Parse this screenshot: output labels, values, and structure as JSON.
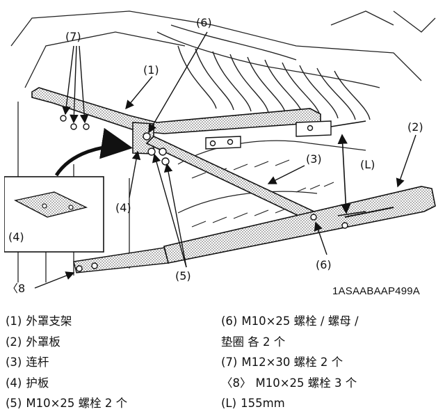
{
  "figure": {
    "code": "1ASAABAAP499A",
    "callouts": {
      "c7": "(7)",
      "c6_top": "(6)",
      "c1": "(1)",
      "c2": "(2)",
      "c3": "(3)",
      "cL": "(L)",
      "c4_inset": "(4)",
      "c4": "(4)",
      "c5": "(5)",
      "c6_bottom": "(6)",
      "c8": "〈8"
    }
  },
  "legend": {
    "left": [
      {
        "num": "(1)",
        "text": "外罩支架"
      },
      {
        "num": "(2)",
        "text": "外罩板"
      },
      {
        "num": "(3)",
        "text": "连杆"
      },
      {
        "num": "(4)",
        "text": "护板"
      },
      {
        "num": "(5)",
        "text": "M10×25 螺栓  2 个"
      }
    ],
    "right": [
      {
        "num": "(6)",
        "text": "M10×25 螺栓 / 螺母 /",
        "cont": "垫圈  各 2 个"
      },
      {
        "num": "(7)",
        "text": "M12×30 螺栓  2 个"
      },
      {
        "num": "〈8〉",
        "text": "M10×25 螺栓  3 个"
      },
      {
        "num": "(L)",
        "text": "155mm"
      }
    ]
  }
}
